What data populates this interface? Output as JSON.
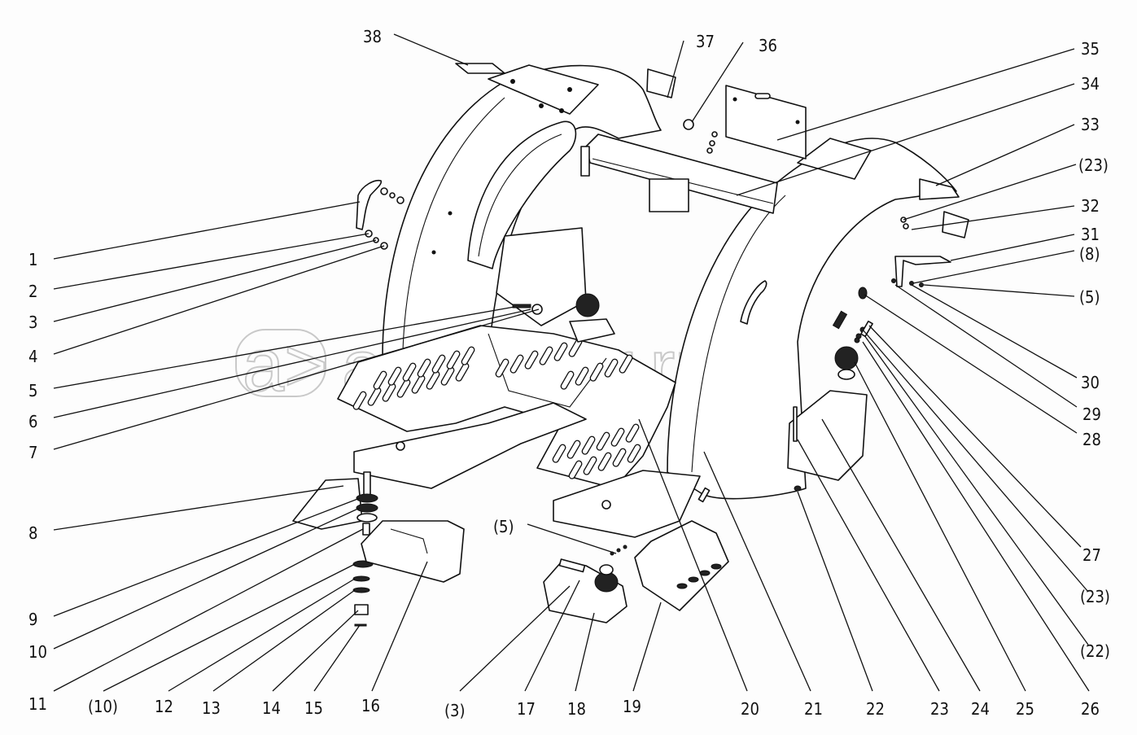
{
  "diagram": {
    "title": "Exploded view — cab floor, fenders and mounts",
    "watermark": "autopiter.ru",
    "watermark_logo": "a>",
    "callouts": [
      {
        "id": "c1",
        "label": "1"
      },
      {
        "id": "c2",
        "label": "2"
      },
      {
        "id": "c3",
        "label": "3"
      },
      {
        "id": "c4",
        "label": "4"
      },
      {
        "id": "c5",
        "label": "5"
      },
      {
        "id": "c6",
        "label": "6"
      },
      {
        "id": "c7",
        "label": "7"
      },
      {
        "id": "c8",
        "label": "8"
      },
      {
        "id": "c9",
        "label": "9"
      },
      {
        "id": "c10",
        "label": "10"
      },
      {
        "id": "c11",
        "label": "11"
      },
      {
        "id": "c10b",
        "label": "(10)"
      },
      {
        "id": "c12",
        "label": "12"
      },
      {
        "id": "c13",
        "label": "13"
      },
      {
        "id": "c14",
        "label": "14"
      },
      {
        "id": "c15",
        "label": "15"
      },
      {
        "id": "c16",
        "label": "16"
      },
      {
        "id": "c3b",
        "label": "(3)"
      },
      {
        "id": "c17",
        "label": "17"
      },
      {
        "id": "c18",
        "label": "18"
      },
      {
        "id": "c19",
        "label": "19"
      },
      {
        "id": "c20",
        "label": "20"
      },
      {
        "id": "c21",
        "label": "21"
      },
      {
        "id": "c22",
        "label": "22"
      },
      {
        "id": "c23",
        "label": "23"
      },
      {
        "id": "c24",
        "label": "24"
      },
      {
        "id": "c25",
        "label": "25"
      },
      {
        "id": "c26",
        "label": "26"
      },
      {
        "id": "c22b",
        "label": "(22)"
      },
      {
        "id": "c23b",
        "label": "(23)"
      },
      {
        "id": "c27",
        "label": "27"
      },
      {
        "id": "c28",
        "label": "28"
      },
      {
        "id": "c29",
        "label": "29"
      },
      {
        "id": "c30",
        "label": "30"
      },
      {
        "id": "c5b",
        "label": "(5)"
      },
      {
        "id": "c8b",
        "label": "(8)"
      },
      {
        "id": "c31",
        "label": "31"
      },
      {
        "id": "c32",
        "label": "32"
      },
      {
        "id": "c23c",
        "label": "(23)"
      },
      {
        "id": "c33",
        "label": "33"
      },
      {
        "id": "c34",
        "label": "34"
      },
      {
        "id": "c35",
        "label": "35"
      },
      {
        "id": "c36",
        "label": "36"
      },
      {
        "id": "c37",
        "label": "37"
      },
      {
        "id": "c38",
        "label": "38"
      },
      {
        "id": "c5c",
        "label": "(5)"
      }
    ]
  }
}
